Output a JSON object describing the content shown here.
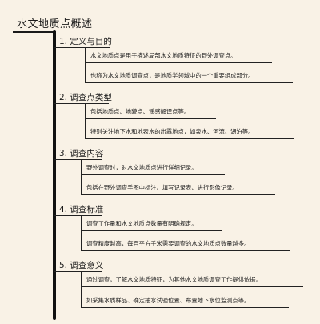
{
  "root": {
    "title": "水文地质点概述"
  },
  "categories": [
    {
      "label": "1. 定义与目的",
      "items": [
        "水文地质点是用于描述局部水文地质特征的野外调查点。",
        "也称为水文地质调查点，是地质学领域中的一个重要组成部分。"
      ]
    },
    {
      "label": "2. 调查点类型",
      "items": [
        "包括地质点、地貌点、遥感解译点等。",
        "特别关注地下水和地表水的出露地点，如泉水、河流、湖泊等。"
      ]
    },
    {
      "label": "3. 调查内容",
      "items": [
        "野外调查时，对水文地质点进行详细记录。",
        "包括在野外调查手图中标注、填写记录表、进行影像记录。"
      ]
    },
    {
      "label": "4. 调查标准",
      "items": [
        "调查工作量和水文地质点数量有明确规定。",
        "调查精度越高，每百平方千米需要调查的水文地质点数量越多。"
      ]
    },
    {
      "label": "5. 调查意义",
      "items": [
        "通过调查，了解水文地质特征，为其他水文地质调查工作提供依据。",
        "如采集水质样品、确定抽水试验位置、布置地下水位监测点等。"
      ]
    }
  ]
}
